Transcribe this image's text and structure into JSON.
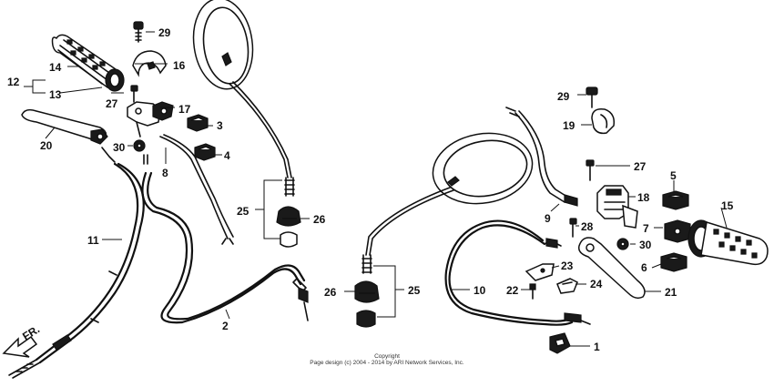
{
  "callouts": {
    "c1": "1",
    "c2": "2",
    "c3": "3",
    "c4": "4",
    "c5": "5",
    "c6": "6",
    "c7": "7",
    "c8": "8",
    "c9": "9",
    "c10": "10",
    "c11": "11",
    "c12": "12",
    "c13": "13",
    "c14": "14",
    "c15": "15",
    "c16": "16",
    "c17": "17",
    "c18": "18",
    "c19": "19",
    "c20": "20",
    "c21": "21",
    "c22": "22",
    "c23": "23",
    "c24": "24",
    "c25a": "25",
    "c25b": "25",
    "c26a": "26",
    "c26b": "26",
    "c27a": "27",
    "c27b": "27",
    "c28": "28",
    "c29a": "29",
    "c29b": "29",
    "c30a": "30",
    "c30b": "30"
  },
  "direction_label": "FR.",
  "footer": {
    "copyright": "Copyright",
    "page_design": "Page design (c) 2004 - 2014 by ARI Network Services, Inc."
  }
}
